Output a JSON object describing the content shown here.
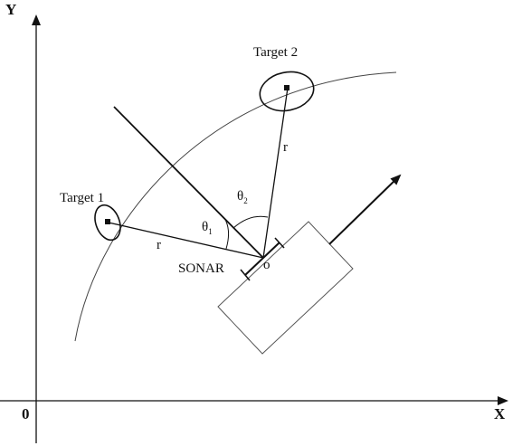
{
  "axes": {
    "y_label": "Y",
    "x_label": "X",
    "origin_label": "0"
  },
  "targets": [
    {
      "label": "Target 1"
    },
    {
      "label": "Target 2"
    }
  ],
  "sonar": {
    "label": "SONAR",
    "origin_label": "o"
  },
  "ranges": {
    "r1_label": "r",
    "r2_label": "r"
  },
  "angles": {
    "theta1": {
      "symbol": "θ",
      "subscript": "1"
    },
    "theta2": {
      "symbol": "θ",
      "subscript": "2"
    }
  },
  "colors": {
    "stroke": "#111111",
    "thin_stroke": "#555555",
    "background": "#ffffff"
  }
}
